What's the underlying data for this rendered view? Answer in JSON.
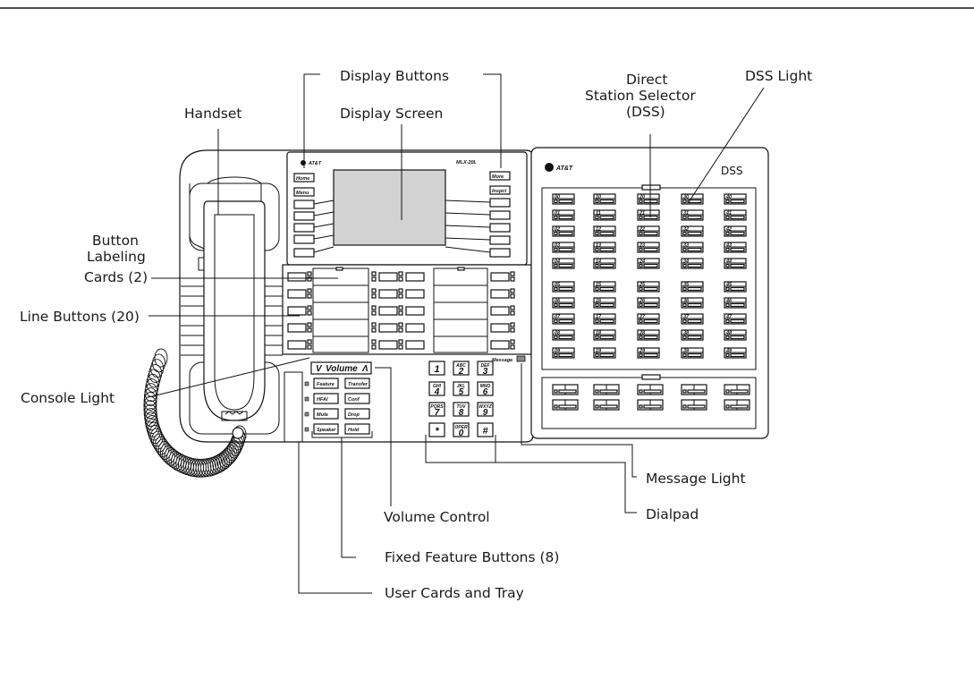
{
  "callouts": {
    "display_buttons": "Display Buttons",
    "handset": "Handset",
    "display_screen": "Display Screen",
    "dss_line1": "Direct",
    "dss_line2": "Station Selector",
    "dss_line3": "(DSS)",
    "dss_light": "DSS Light",
    "blc_line1": "Button",
    "blc_line2": "Labeling",
    "blc_line3": "Cards (2)",
    "line_buttons": "Line Buttons (20)",
    "console_light": "Console Light",
    "message_light": "Message Light",
    "volume_control": "Volume Control",
    "dialpad": "Dialpad",
    "fixed_feature": "Fixed Feature Buttons (8)",
    "user_cards": "User Cards and Tray"
  },
  "phone": {
    "model": "MLX-20L",
    "home": "Home",
    "menu": "Menu",
    "more": "More",
    "inspct": "Inspct",
    "volume": "Volume",
    "vol_down": "V",
    "vol_up": "Λ",
    "message": "Message",
    "features": [
      "Feature",
      "Transfer",
      "HFAI",
      "Conf",
      "Mute",
      "Drop",
      "Speaker",
      "Hold"
    ],
    "keys": [
      {
        "letters": "",
        "digit": "1"
      },
      {
        "letters": "ABC",
        "digit": "2"
      },
      {
        "letters": "DEF",
        "digit": "3"
      },
      {
        "letters": "GHI",
        "digit": "4"
      },
      {
        "letters": "JKL",
        "digit": "5"
      },
      {
        "letters": "MNO",
        "digit": "6"
      },
      {
        "letters": "PQRS",
        "digit": "7"
      },
      {
        "letters": "TUV",
        "digit": "8"
      },
      {
        "letters": "WXYZ",
        "digit": "9"
      },
      {
        "letters": "",
        "digit": "*"
      },
      {
        "letters": "OPER",
        "digit": "0"
      },
      {
        "letters": "",
        "digit": "#"
      }
    ]
  },
  "dss": {
    "brand": "AT&T",
    "title": "DSS",
    "numbers": [
      [
        "00",
        "10",
        "20",
        "30",
        "40"
      ],
      [
        "01",
        "11",
        "21",
        "31",
        "41"
      ],
      [
        "02",
        "12",
        "22",
        "32",
        "42"
      ],
      [
        "03",
        "13",
        "23",
        "33",
        "43"
      ],
      [
        "04",
        "14",
        "24",
        "34",
        "44"
      ],
      [
        "05",
        "15",
        "25",
        "35",
        "45"
      ],
      [
        "06",
        "16",
        "26",
        "36",
        "46"
      ],
      [
        "07",
        "17",
        "27",
        "37",
        "47"
      ],
      [
        "08",
        "18",
        "28",
        "38",
        "48"
      ],
      [
        "09",
        "19",
        "29",
        "39",
        "49"
      ]
    ]
  },
  "brand_small": "AT&T"
}
